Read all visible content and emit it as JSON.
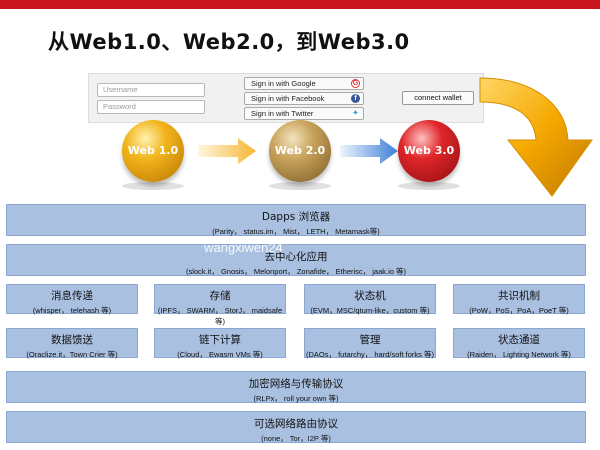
{
  "title": "从Web1.0、Web2.0，到Web3.0",
  "login": {
    "username_placeholder": "Username",
    "password_placeholder": "Password",
    "google": "Sign in with Google",
    "facebook": "Sign in with Facebook",
    "twitter": "Sign in with Twitter",
    "connect_wallet": "connect wallet"
  },
  "stages": [
    "Web 1.0",
    "Web 2.0",
    "Web 3.0"
  ],
  "watermark": "wangxiwen24",
  "layers": [
    {
      "heading": "Dapps 浏览器",
      "detail": "(Parity， status.im， Mist， LETH， Metamask等)"
    },
    {
      "heading": "去中心化应用",
      "detail": "(slock.it， Gnosis， Melonport， Zonafide， Etherisc， jaak.io 等)"
    },
    {
      "heading": "加密网络与传输协议",
      "detail": "(RLPx， roll your own 等)"
    },
    {
      "heading": "可选网络路由协议",
      "detail": "(none， Tor，I2P 等)"
    }
  ],
  "modules_row1": [
    {
      "heading": "消息传递",
      "detail": "(whisper， telehash 等)"
    },
    {
      "heading": "存储",
      "detail": "(IPFS， SWARM， StorJ， maidsafe 等)"
    },
    {
      "heading": "状态机",
      "detail": "(EVM，MSC/qtum-like，custom 等)"
    },
    {
      "heading": "共识机制",
      "detail": "(PoW，PoS，PoA，PoeT 等)"
    }
  ],
  "modules_row2": [
    {
      "heading": "数据馈送",
      "detail": "(Oraclize.it，Town Crier 等)"
    },
    {
      "heading": "链下计算",
      "detail": "(Cloud， Ewasm VMs 等)"
    },
    {
      "heading": "管理",
      "detail": "(DAOs， futarchy， hard/soft forks 等)"
    },
    {
      "heading": "状态通道",
      "detail": "(Raiden， Lighting Network 等)"
    }
  ],
  "colors": {
    "accent_red": "#c8141e",
    "box_blue": "#a9c0e1",
    "arrow_orange": "#f5a800"
  }
}
